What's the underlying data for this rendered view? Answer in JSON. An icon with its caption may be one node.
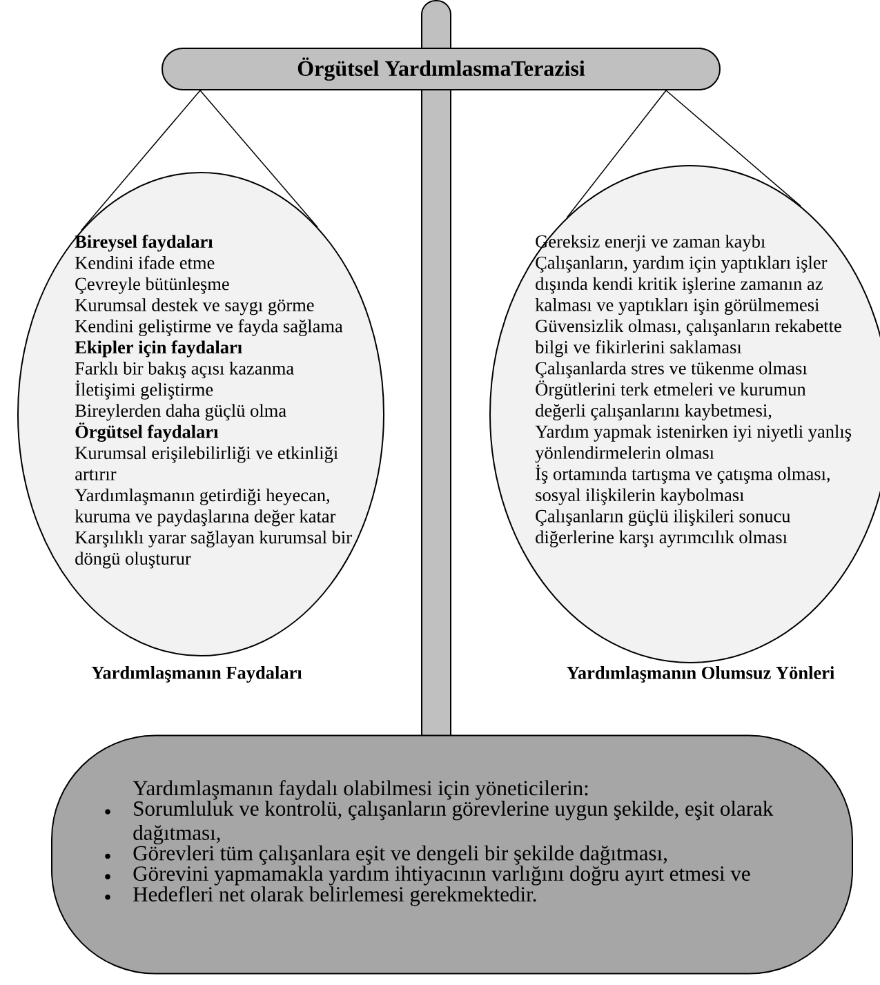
{
  "diagram": {
    "nodes": [
      {
        "text": [
          "Örgütsel YardımlasmaTerazisi"
        ]
      },
      {
        "text": [
          "Bireysel faydaları",
          "Kendini ifade etme",
          "Çevreyle bütünleşme",
          "Kurumsal destek ve saygı görme",
          "Kendini geliştirme ve fayda sağlama",
          "Ekipler için faydaları",
          "Farklı bir bakış açısı kazanma",
          "İletişimi geliştirme",
          "Bireylerden daha güçlü olma",
          "Örgütsel faydaları",
          "Kurumsal erişilebilirliği ve etkinliği artırır",
          "Yardımlaşmanın getirdiği heyecan, kuruma ve paydaşlarına değer katar",
          "Karşılıklı yarar sağlayan kurumsal bir döngü oluşturur"
        ],
        "beside": [
          "Yardımlaşmanın Faydaları"
        ]
      },
      {
        "text": [
          "Gereksiz enerji ve zaman kaybı",
          "Çalışanların, yardım için yaptıkları işler dışında kendi kritik işlerine zamanın az kalması ve yaptıkları işin görülmemesi",
          "Güvensizlik olması, çalışanların rekabette bilgi ve fikirlerini saklaması",
          "Çalışanlarda stres ve tükenme olması",
          "Örgütlerini terk etmeleri ve kurumun değerli çalışanlarını kaybetmesi,",
          "Yardım yapmak istenirken iyi niyetli yanlış yönlendirmelerin olması",
          "İş ortamında tartışma ve çatışma olması, sosyal ilişkilerin kaybolması",
          "Çalışanların güçlü ilişkileri sonucu diğerlerine karşı ayrımcılık olması"
        ],
        "beside": [
          "Yardımlaşmanın Olumsuz Yönleri"
        ]
      },
      {
        "text": [
          "Yardımlaşmanın faydalı olabilmesi için yöneticilerin:",
          "Sorumluluk ve kontrolü, çalışanların görevlerine uygun şekilde, eşit olarak dağıtması,",
          "Görevleri tüm çalışanlara eşit ve dengeli bir şekilde dağıtması,",
          "Görevini yapmamakla yardım ihtiyacının varlığını doğru ayırt etmesi ve",
          "Hedefleri net olarak belirlemesi gerekmektedir."
        ]
      }
    ],
    "edges": [
      {
        "from": 0,
        "to": 1,
        "arrow": "none"
      },
      {
        "from": 0,
        "to": 1,
        "arrow": "none"
      },
      {
        "from": 0,
        "to": 2,
        "arrow": "none"
      },
      {
        "from": 0,
        "to": 2,
        "arrow": "none"
      }
    ]
  }
}
